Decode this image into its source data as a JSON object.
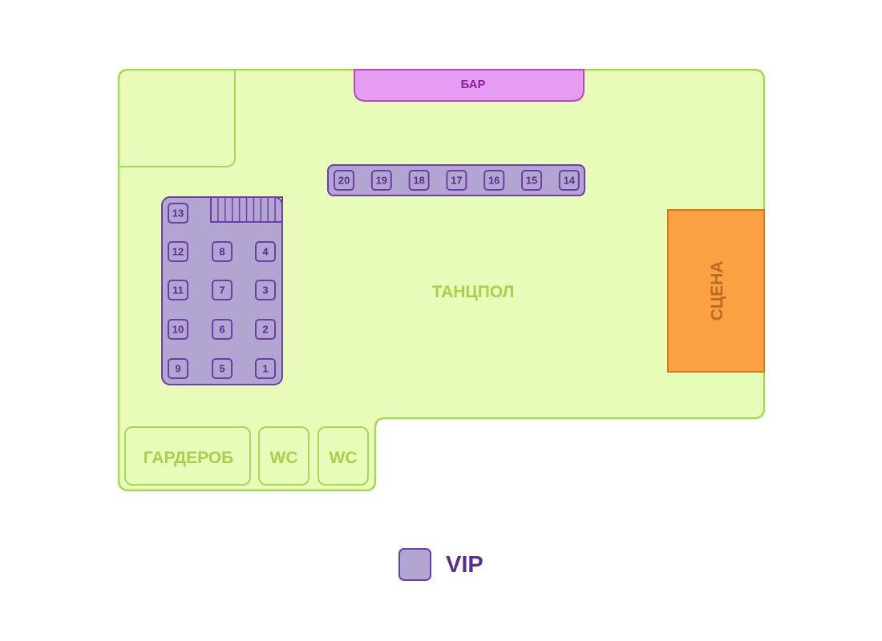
{
  "colors": {
    "floor_fill": "#e8fbb8",
    "floor_stroke": "#a9d858",
    "floor_text": "#a9cf4e",
    "bar_fill": "#e79cf4",
    "bar_stroke": "#b44cc2",
    "bar_text": "#8d1f9c",
    "vip_fill": "#b3a5d2",
    "vip_stroke": "#6c3ea8",
    "vip_text": "#56308c",
    "stage_fill": "#fca044",
    "stage_stroke": "#d87a1a",
    "stage_text": "#b86d22"
  },
  "zones": {
    "bar": "БАР",
    "dancefloor": "ТАНЦПОЛ",
    "stage": "СЦЕНА",
    "wardrobe": "ГАРДЕРОБ",
    "wc_1": "WC",
    "wc_2": "WC"
  },
  "vip_table_groups": {
    "top_row": [
      "20",
      "19",
      "18",
      "17",
      "16",
      "15",
      "14"
    ],
    "left_block": {
      "single": "13",
      "rows": [
        [
          "12",
          "8",
          "4"
        ],
        [
          "11",
          "7",
          "3"
        ],
        [
          "10",
          "6",
          "2"
        ],
        [
          "9",
          "5",
          "1"
        ]
      ]
    }
  },
  "legend": {
    "label": "VIP"
  }
}
